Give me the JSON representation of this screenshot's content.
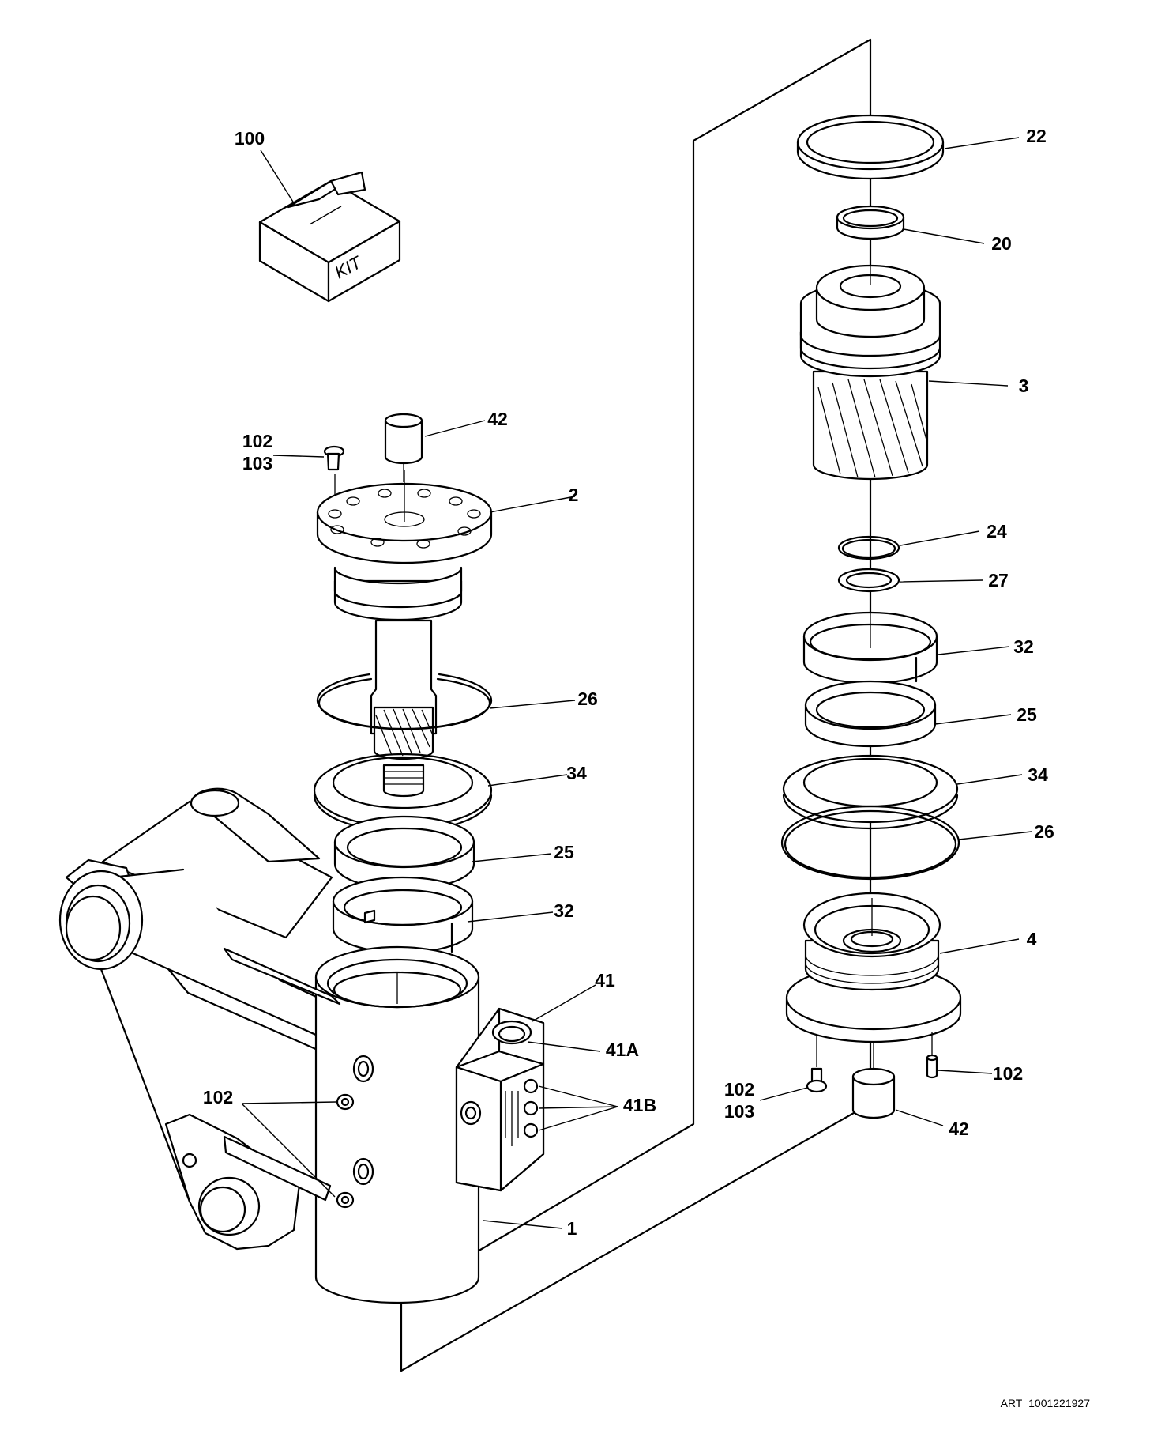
{
  "kit_box_text": "KIT",
  "art_number": "ART_1001221927",
  "callouts": {
    "kit": "100",
    "left_screw_a": "102",
    "left_screw_b": "103",
    "left_bushing": "42",
    "cap": "2",
    "left_ring_26": "26",
    "left_ring_34": "34",
    "left_ring_25": "25",
    "left_ring_32": "32",
    "valve_block": "41",
    "valve_port": "41A",
    "valve_fittings": "41B",
    "housing_plugs": "102",
    "housing": "1",
    "right_seal_22": "22",
    "right_ring_20": "20",
    "pinion": "3",
    "right_ring_24": "24",
    "right_ring_27": "27",
    "right_ring_32": "32",
    "right_ring_25": "25",
    "right_ring_34": "34",
    "right_ring_26": "26",
    "piston": "4",
    "right_pin": "102",
    "right_screw_a": "102",
    "right_screw_b": "103",
    "right_bushing": "42"
  }
}
